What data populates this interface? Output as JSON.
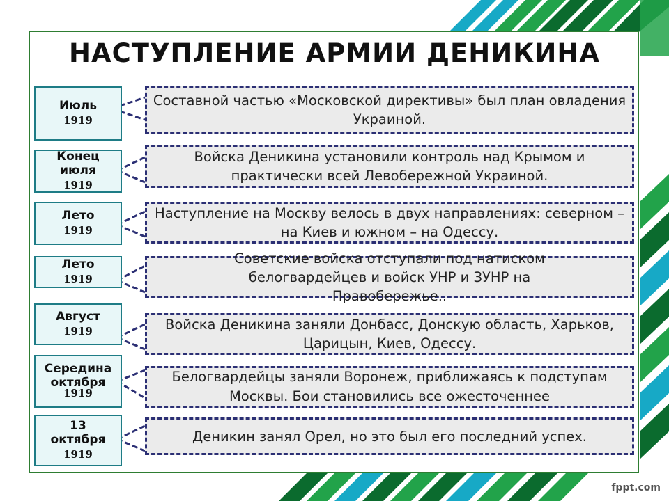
{
  "title": "НАСТУПЛЕНИЕ АРМИИ ДЕНИКИНА",
  "brand": "fppt.com",
  "colors": {
    "panel_border": "#2e7d32",
    "date_border": "#1e7c86",
    "date_fill": "#e8f7f8",
    "desc_border": "#2b2f74",
    "desc_fill": "#ebebeb",
    "stripe_dark": "#0b6b2e",
    "stripe_mid": "#22a34a",
    "stripe_cyan": "#17a9c6"
  },
  "events": [
    {
      "month": "Июль",
      "year": "1919",
      "text": "Составной частью «Московской директивы» был план овладения Украиной."
    },
    {
      "month": "Конец июля",
      "year": "1919",
      "text": "Войска Деникина установили контроль над Крымом и практически всей  Левобережной  Украиной."
    },
    {
      "month": "Лето",
      "year": "1919",
      "text": "Наступление на Москву велось в двух направлениях: северном – на Киев и южном – на Одессу."
    },
    {
      "month": "Лето",
      "year": "1919",
      "text": "Советские войска отступали под натиском белогвардейцев и войск УНР и ЗУНР на Правобережье.."
    },
    {
      "month": "Август",
      "year": "1919",
      "text": "Войска Деникина заняли Донбасс, Донскую область, Харьков, Царицын, Киев, Одессу."
    },
    {
      "month": "Середина октября",
      "year": "1919",
      "text": "Белогвардейцы  заняли Воронеж, приближаясь к подступам Москвы. Бои становились все ожесточеннее"
    },
    {
      "month": "13 октября",
      "year": "1919",
      "text": "Деникин занял Орел, но это был его последний успех."
    }
  ]
}
